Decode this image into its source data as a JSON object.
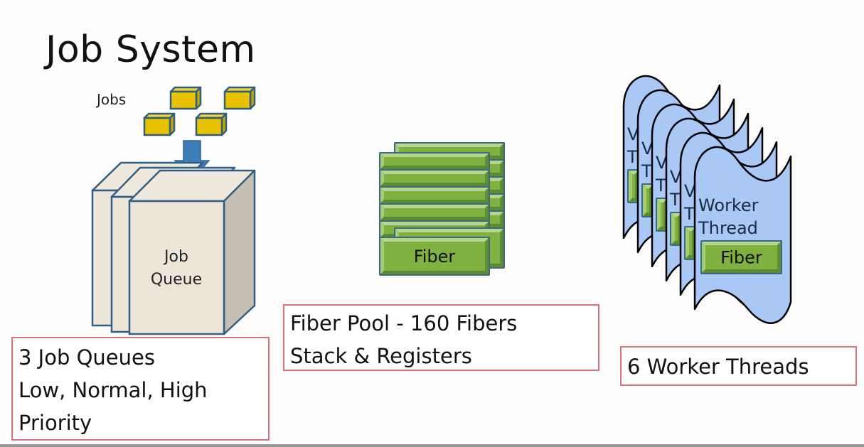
{
  "slide": {
    "title": "Job System"
  },
  "job_queue_section": {
    "jobs_label": "Jobs",
    "job_count_icons": 4,
    "queue_box_label_line1": "Job",
    "queue_box_label_line2": "Queue",
    "queue_box_count": 3,
    "caption_lines": [
      "3 Job Queues",
      "Low, Normal, High",
      "Priority"
    ]
  },
  "fiber_pool_section": {
    "fiber_label": "Fiber",
    "caption_lines": [
      "Fiber Pool - 160 Fibers",
      "Stack & Registers"
    ]
  },
  "worker_thread_section": {
    "panel_label_line1": "Worker",
    "panel_label_line2": "Thread",
    "panel_partial_label_line1": "V",
    "panel_partial_label_line2": "T",
    "fiber_label": "Fiber",
    "panel_count": 6,
    "caption_lines": [
      "6 Worker Threads"
    ]
  },
  "colors": {
    "job_box_fill": "#e8c200",
    "job_box_stroke": "#2f5f7f",
    "arrow_fill": "#3e7db8",
    "queue_fill": "#ede5d8",
    "queue_side_fill": "#c6bfb4",
    "queue_stroke": "#2f5f85",
    "fiber_fill": "#7fb040",
    "fiber_stroke": "#3b6a80",
    "thread_fill": "#a9c8f6",
    "thread_stroke": "#000000",
    "caption_border": "#d9727f"
  }
}
